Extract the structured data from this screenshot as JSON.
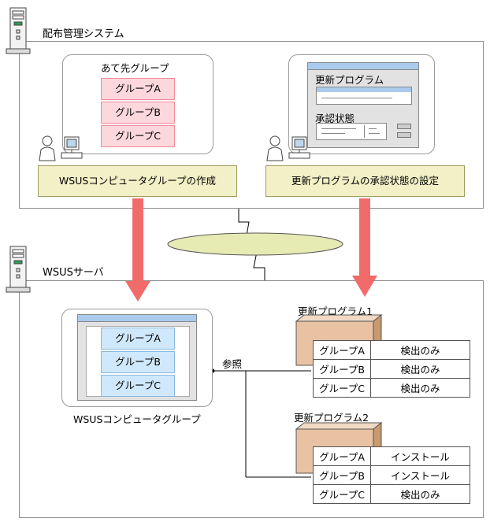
{
  "system_panel": {
    "title": "配布管理システム"
  },
  "target_group": {
    "title": "あて先グループ",
    "groups": [
      "グループA",
      "グループB",
      "グループC"
    ],
    "action_label": "WSUSコンピュータグループの作成"
  },
  "update_approval": {
    "title": "更新プログラム",
    "status_label": "承認状態",
    "action_label": "更新プログラムの承認状態の設定"
  },
  "server_panel": {
    "title": "WSUSサーバ"
  },
  "computer_group": {
    "groups": [
      "グループA",
      "グループB",
      "グループC"
    ],
    "caption": "WSUSコンピュータグループ"
  },
  "reference_label": "参照",
  "updates": [
    {
      "title": "更新プログラム1",
      "rows": [
        {
          "group": "グループA",
          "action": "検出のみ"
        },
        {
          "group": "グループB",
          "action": "検出のみ"
        },
        {
          "group": "グループC",
          "action": "検出のみ"
        }
      ]
    },
    {
      "title": "更新プログラム2",
      "rows": [
        {
          "group": "グループA",
          "action": "インストール"
        },
        {
          "group": "グループB",
          "action": "インストール"
        },
        {
          "group": "グループC",
          "action": "検出のみ"
        }
      ]
    }
  ],
  "colors": {
    "arrow": "#f26b6b",
    "group_pink": "#fcd7dc",
    "group_blue": "#cfe8fb",
    "action_bar": "#f2f0c6",
    "network_ellipse": "#e6eab3",
    "package_box": "#e8c2a3"
  }
}
